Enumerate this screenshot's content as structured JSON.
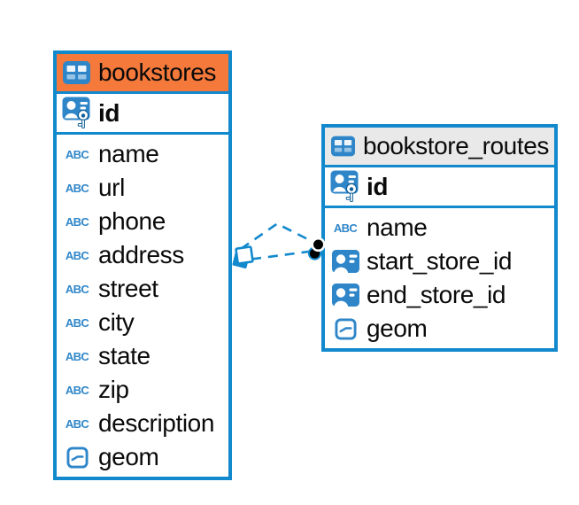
{
  "diagram": {
    "type": "entity-relationship",
    "colors": {
      "accent_blue": "#1389CD",
      "icon_blue": "#2E86C9",
      "bookstores_header": "#F5793B",
      "routes_header": "#E9E9E9",
      "background": "#FFFFFF",
      "text": "#000000"
    },
    "icons": {
      "text_type_glyph": "ABC"
    },
    "tables": [
      {
        "name": "bookstores",
        "primary_key": {
          "label": "id"
        },
        "fields": [
          {
            "label": "name",
            "type": "text"
          },
          {
            "label": "url",
            "type": "text"
          },
          {
            "label": "phone",
            "type": "text"
          },
          {
            "label": "address",
            "type": "text"
          },
          {
            "label": "street",
            "type": "text"
          },
          {
            "label": "city",
            "type": "text"
          },
          {
            "label": "state",
            "type": "text"
          },
          {
            "label": "zip",
            "type": "text"
          },
          {
            "label": "description",
            "type": "text"
          },
          {
            "label": "geom",
            "type": "geometry"
          }
        ]
      },
      {
        "name": "bookstore_routes",
        "primary_key": {
          "label": "id"
        },
        "fields": [
          {
            "label": "name",
            "type": "text"
          },
          {
            "label": "start_store_id",
            "type": "reference"
          },
          {
            "label": "end_store_id",
            "type": "reference"
          },
          {
            "label": "geom",
            "type": "geometry"
          }
        ]
      }
    ],
    "relationships": [
      {
        "from": "bookstore_routes",
        "to": "bookstores",
        "line_style": "dashed"
      },
      {
        "from": "bookstore_routes",
        "to": "bookstores",
        "line_style": "dashed"
      }
    ]
  }
}
